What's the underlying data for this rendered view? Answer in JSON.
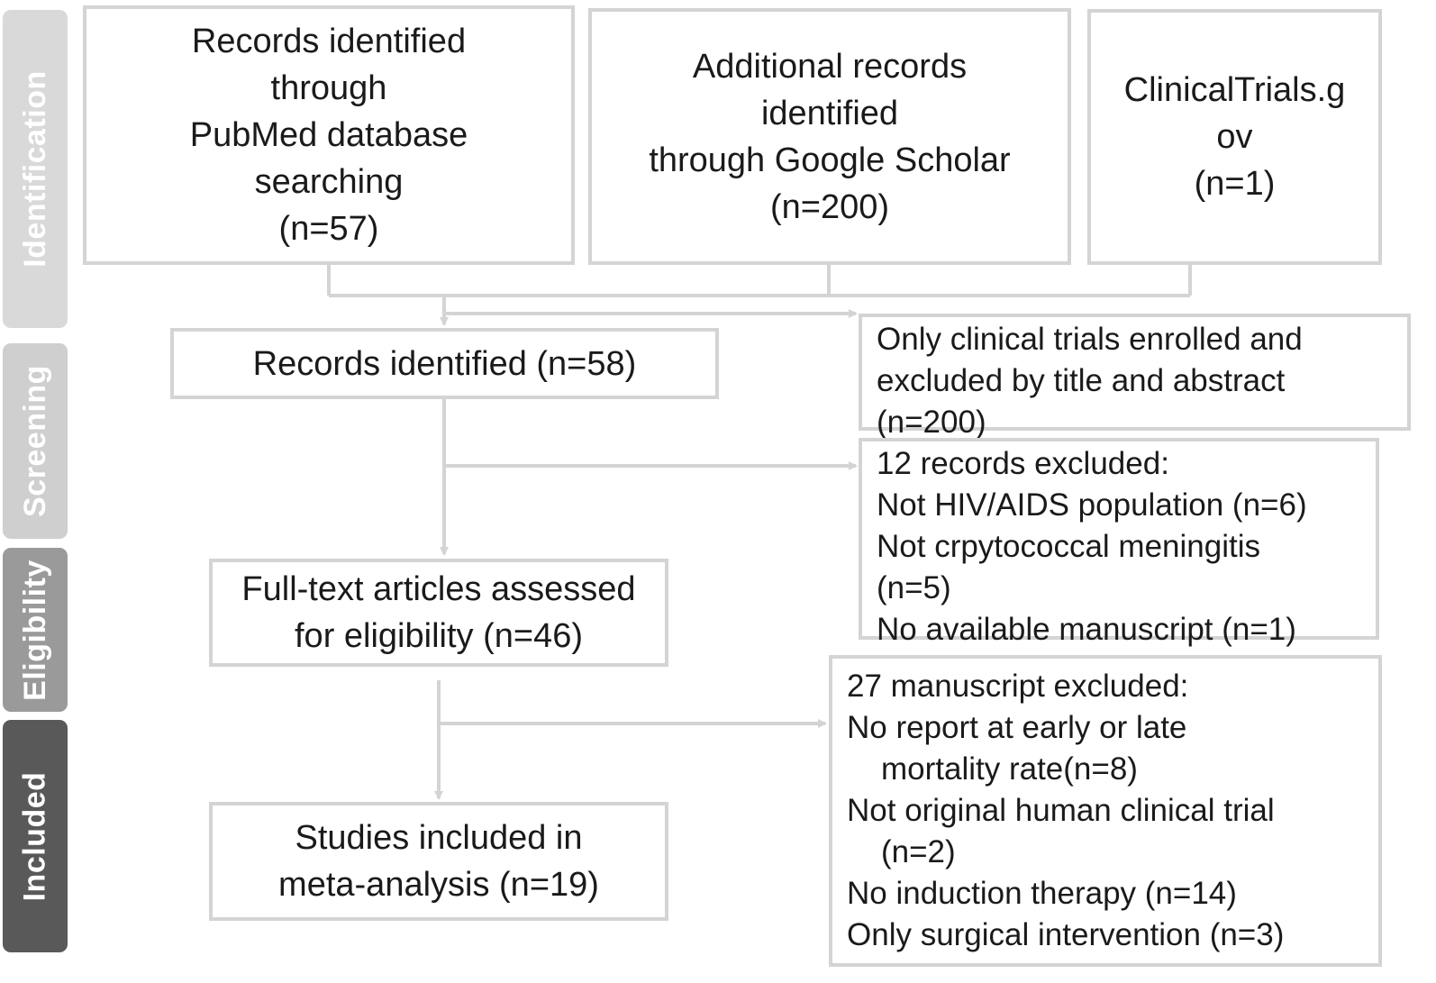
{
  "phases": {
    "identification": "Identification",
    "screening": "Screening",
    "eligibility": "Eligibility",
    "included": "Included"
  },
  "boxes": {
    "pubmed": [
      "Records identified",
      "through",
      "PubMed database",
      "searching",
      "(n=57)"
    ],
    "google": [
      "Additional records",
      "identified",
      "through Google Scholar",
      "(n=200)"
    ],
    "clinicaltrials": [
      "ClinicalTrials.g",
      "ov",
      "(n=1)"
    ],
    "records": [
      "Records identified (n=58)"
    ],
    "fulltext": [
      "Full-text articles assessed",
      "for eligibility (n=46)"
    ],
    "studies": [
      "Studies included in",
      "meta-analysis (n=19)"
    ]
  },
  "exclusions": {
    "screen_title_abstract": [
      "Only clinical trials enrolled and",
      "excluded by title and abstract",
      "(n=200)"
    ],
    "records_excluded": [
      "12 records excluded:",
      "Not HIV/AIDS population (n=6)",
      "Not crpytococcal meningitis",
      "(n=5)",
      "No available manuscript (n=1)"
    ],
    "manuscripts_excluded": {
      "title": "27 manuscript excluded:",
      "items": [
        [
          "No report at early or late",
          "mortality rate(n=8)"
        ],
        [
          "Not original human clinical trial",
          "(n=2)"
        ],
        [
          "No induction therapy (n=14)"
        ],
        [
          "Only surgical intervention (n=3)"
        ]
      ]
    }
  },
  "colors": {
    "box_border": "#d4d4d4",
    "connector": "#d4d4d4",
    "identification": "#d9d9d9",
    "screening": "#cfcfcf",
    "eligibility": "#9a9a9a",
    "included": "#595959"
  }
}
